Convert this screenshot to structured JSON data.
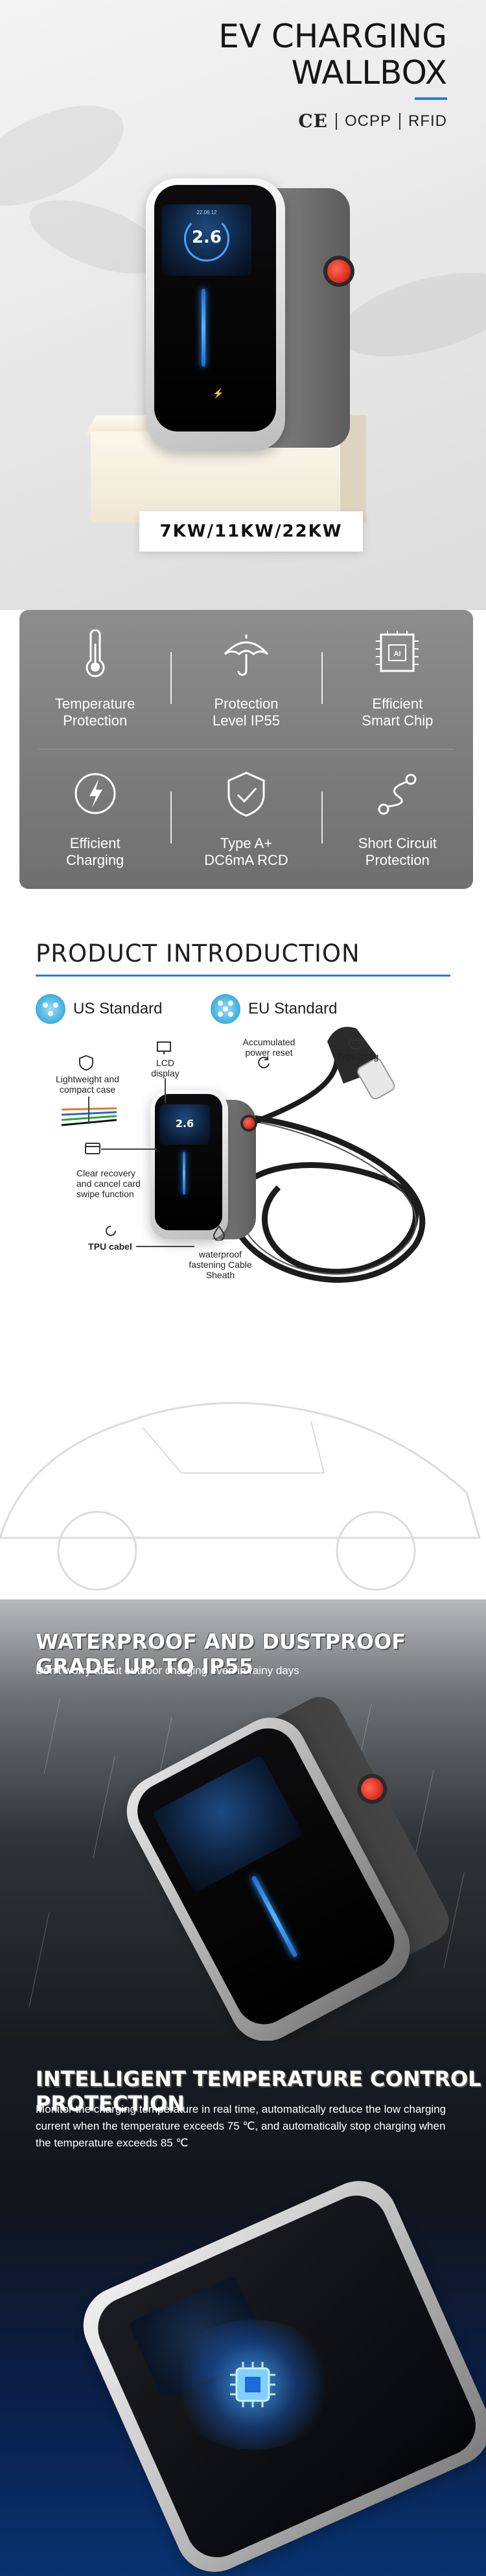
{
  "hero": {
    "title_line1": "EV CHARGING",
    "title_line2": "WALLBOX",
    "cert_ce": "CE",
    "cert_ocpp": "OCPP",
    "cert_rfid": "RFID",
    "power_label": "7KW/11KW/22KW",
    "screen_value": "2.6",
    "screen_small": "22.06.12"
  },
  "features": [
    {
      "icon": "thermometer-icon",
      "label_1": "Temperature",
      "label_2": "Protection"
    },
    {
      "icon": "umbrella-icon",
      "label_1": "Protection",
      "label_2": "Level IP55"
    },
    {
      "icon": "ai-chip-icon",
      "label_1": "Efficient",
      "label_2": "Smart Chip"
    },
    {
      "icon": "charging-bolt-icon",
      "label_1": "Efficient",
      "label_2": "Charging"
    },
    {
      "icon": "shield-check-icon",
      "label_1": "Type A+",
      "label_2": "DC6mA RCD"
    },
    {
      "icon": "short-circuit-icon",
      "label_1": "Short Circuit",
      "label_2": "Protection"
    }
  ],
  "intro": {
    "title": "PRODUCT INTRODUCTION",
    "us_standard": "US Standard",
    "eu_standard": "EU Standard",
    "callouts": {
      "compact": "Lightweight and compact case",
      "lcd": "LCD display",
      "power_reset": "Accumulated power reset",
      "type2": "Type2plug",
      "swipe": "Clear recovery and cancel card swipe function",
      "tpu": "TPU cabel",
      "sheath": "waterproof fastening Cable Sheath"
    }
  },
  "waterproof": {
    "heading": "WATERPROOF AND DUSTPROOF GRADE UP TO IP55",
    "subtitle": "Don't worry about outdoor charging even in rainy days"
  },
  "temperature": {
    "heading": "INTELLIGENT TEMPERATURE CONTROL PROTECTION",
    "subtitle": "Monitor the charging temperature in real time, automatically reduce the low charging current when the temperature exceeds 75 ℃, and automatically stop charging when the temperature exceeds 85 ℃"
  },
  "colors": {
    "accent": "#2a7bd6",
    "feature_panel": "#7e7e7e",
    "led_blue": "#3aa0ff",
    "button_red": "#d7261b"
  }
}
